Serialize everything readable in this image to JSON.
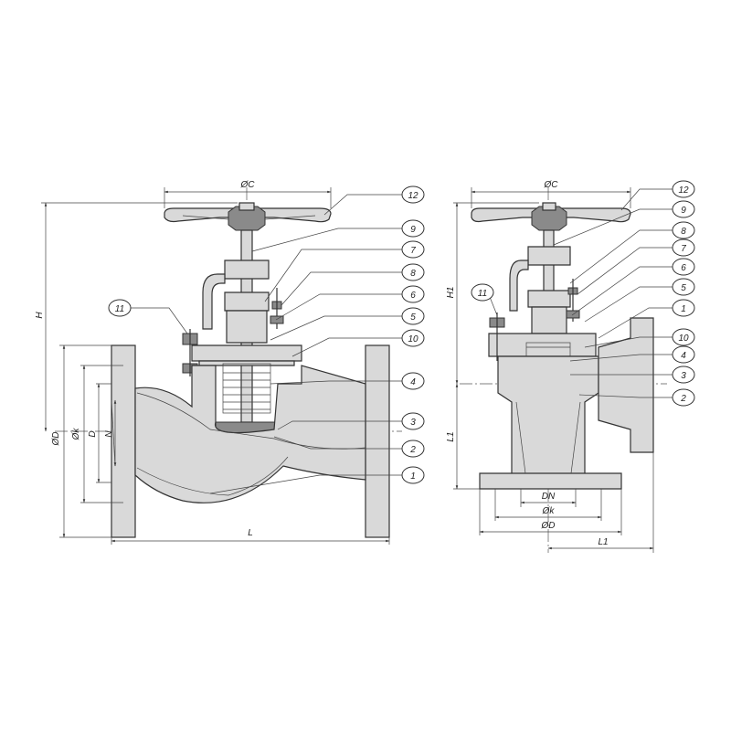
{
  "front_view": {
    "dimensions": {
      "oc": "ØC",
      "h": "H",
      "od": "ØD",
      "ok": "Øk",
      "d": "D",
      "n": "N",
      "l": "L"
    },
    "callouts": [
      "12",
      "9",
      "7",
      "8",
      "6",
      "5",
      "10",
      "4",
      "3",
      "2",
      "1",
      "11"
    ]
  },
  "side_view": {
    "dimensions": {
      "oc": "ØC",
      "h1": "H1",
      "l1_vertical": "L1",
      "dn": "DN",
      "ok": "Øk",
      "od": "ØD",
      "l1_horizontal": "L1"
    },
    "callouts": [
      "12",
      "9",
      "8",
      "7",
      "6",
      "5",
      "1",
      "10",
      "4",
      "3",
      "2",
      "11"
    ]
  }
}
